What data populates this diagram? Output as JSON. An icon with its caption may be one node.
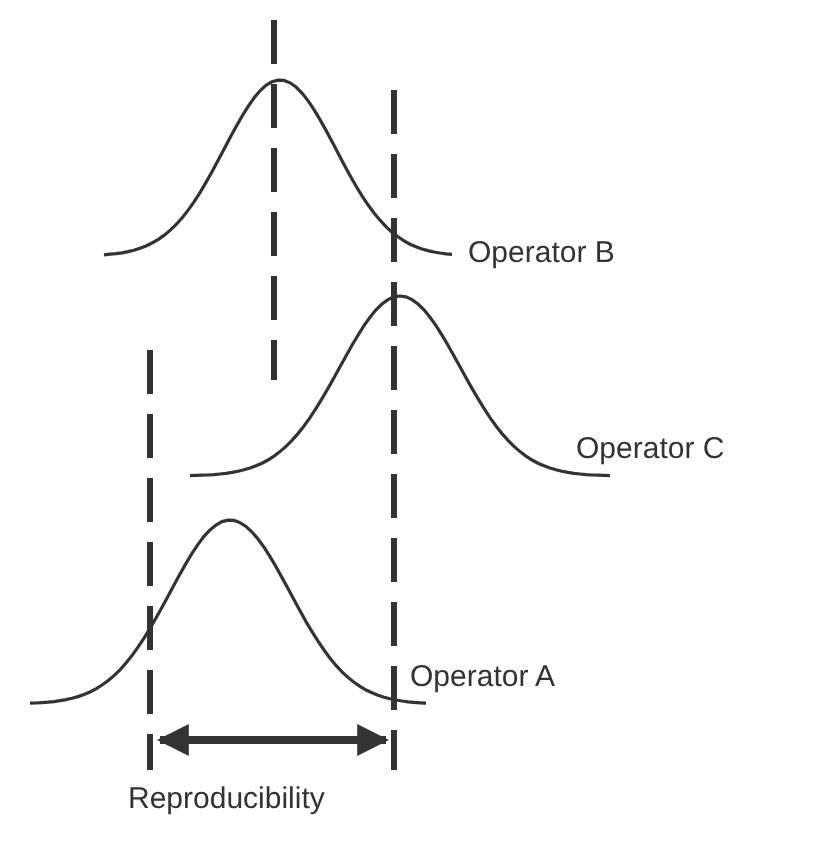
{
  "diagram": {
    "labels": [
      "Operator B",
      "Operator C",
      "Operator A",
      "Reproducibility"
    ]
  }
}
